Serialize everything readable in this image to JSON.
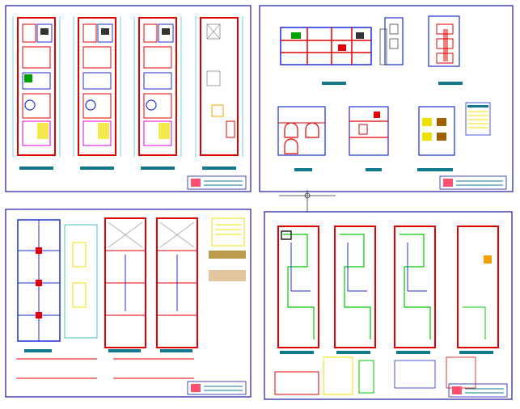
{
  "sheets": [
    {
      "id": "architectural-plans"
    },
    {
      "id": "elevations-sections"
    },
    {
      "id": "structural-plans"
    },
    {
      "id": "installation-plans"
    }
  ],
  "colors": {
    "frame": "#1a1aa0",
    "wall": "#e00000",
    "grid": "#18b0c8",
    "structure_blue": "#1c2fd8",
    "magenta": "#e000e0",
    "green": "#00c800",
    "yellow": "#f0e000",
    "title_band": "#12788c",
    "background": "#ffffff"
  }
}
